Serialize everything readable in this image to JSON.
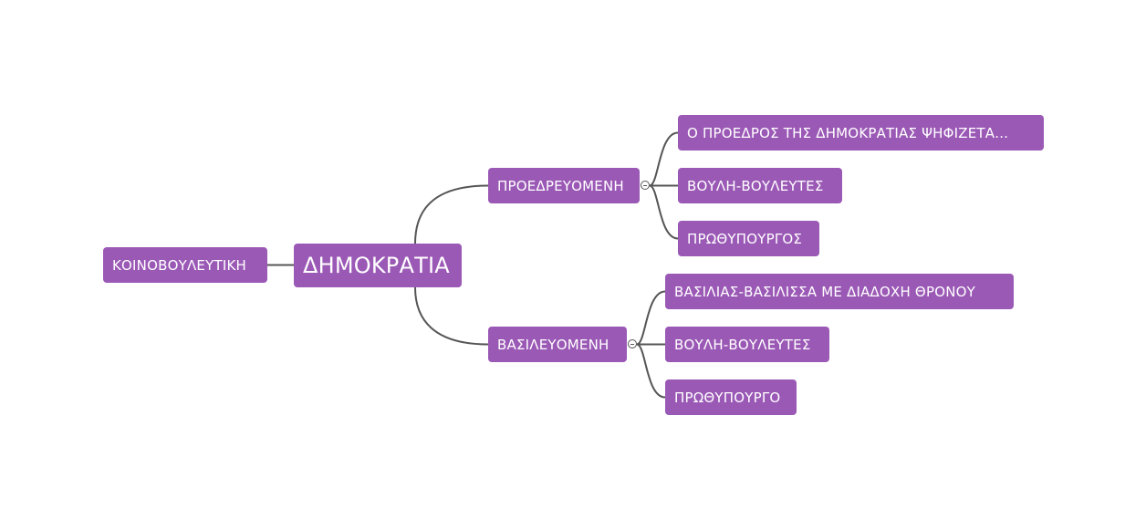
{
  "theme": {
    "node_color": "#9b59b6",
    "line_color": "#555555",
    "background": "#ffffff"
  },
  "map": {
    "floating_topic": "ΚΟΙΝΟΒΟΥΛΕΥΤΙΚΗ",
    "central_topic": "ΔΗΜΟΚΡΑΤΙΑ",
    "branches": [
      {
        "label": "ΠΡΟΕΔΡΕΥΟΜΕΝΗ",
        "children": [
          {
            "label": "Ο ΠΡΟΕΔΡΟΣ ΤΗΣ ΔΗΜΟΚΡΑΤΙΑΣ ΨΗΦΙΖΕΤΑ..."
          },
          {
            "label": "ΒΟΥΛΗ-ΒΟΥΛΕΥΤΕΣ"
          },
          {
            "label": "ΠΡΩΘΥΠΟΥΡΓΟΣ"
          }
        ]
      },
      {
        "label": "ΒΑΣΙΛΕΥΟΜΕΝΗ",
        "children": [
          {
            "label": "ΒΑΣΙΛΙΑΣ-ΒΑΣΙΛΙΣΣΑ ΜΕ ΔΙΑΔΟΧΗ ΘΡΟΝΟΥ"
          },
          {
            "label": "ΒΟΥΛΗ-ΒΟΥΛΕΥΤΕΣ"
          },
          {
            "label": "ΠΡΩΘΥΠΟΥΡΓΟ"
          }
        ]
      }
    ]
  }
}
